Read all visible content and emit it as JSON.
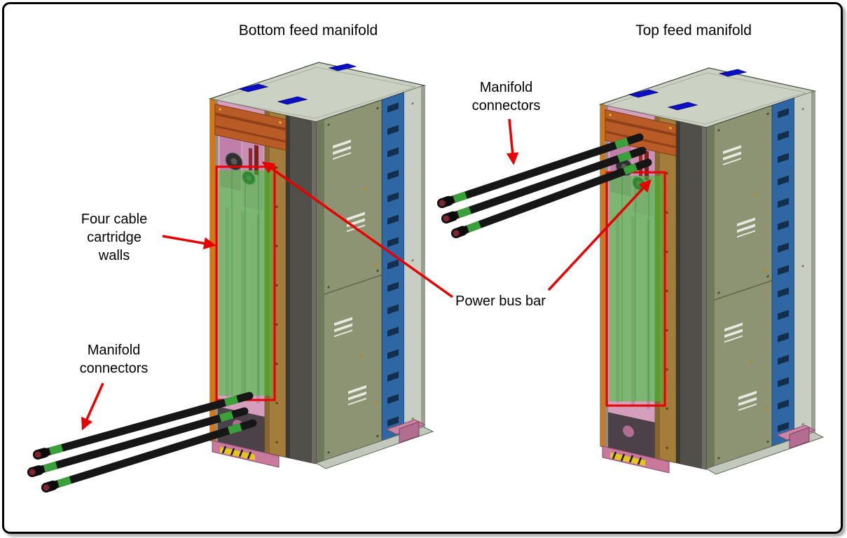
{
  "figure": {
    "left": {
      "title": "Bottom feed manifold",
      "label_four_cable_cartridge_walls": "Four cable cartridge walls",
      "label_manifold_connectors": "Manifold connectors"
    },
    "right": {
      "title": "Top feed manifold",
      "label_manifold_connectors": "Manifold connectors"
    },
    "label_power_bus_bar": "Power bus bar",
    "colors": {
      "annotation_red": "#e80000",
      "highlight_green": "#35c935",
      "panel_olive": "#8d9473",
      "strip_blue": "#2f66a4",
      "interior_pink": "#d49ebc",
      "beam_orange": "#b85b27",
      "rail_tan": "#a37d3c",
      "top_port_blue": "#0b10c8",
      "hose_black": "#161616"
    }
  }
}
